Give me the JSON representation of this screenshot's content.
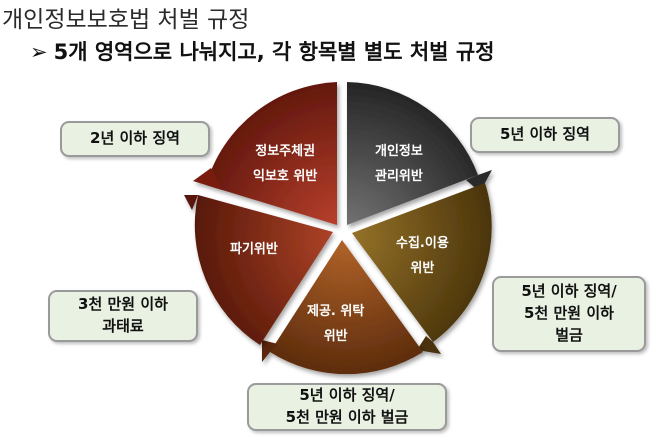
{
  "title": "개인정보보호법 처벌 규정",
  "subtitle": {
    "bullet": "➢",
    "text": "5개 영역으로 나눠지고, 각 항목별 별도 처벌 규정"
  },
  "segments": [
    {
      "line1": "정보주체권",
      "line2": "익보호 위반",
      "color_light": "#b23a2a",
      "color_dark": "#5a140a"
    },
    {
      "line1": "개인정보",
      "line2": "관리위반",
      "color_light": "#6a6a6a",
      "color_dark": "#1c1c1c"
    },
    {
      "line1": "수집.이용",
      "line2": "위반",
      "color_light": "#8c6a1f",
      "color_dark": "#3e2a05"
    },
    {
      "line1": "제공. 위탁",
      "line2": "위반",
      "color_light": "#a5591e",
      "color_dark": "#4a2006"
    },
    {
      "line1": "파기위반",
      "line2": "",
      "color_light": "#a83d1e",
      "color_dark": "#4d1405"
    }
  ],
  "boxes": [
    {
      "line1": "2년 이하 징역",
      "line2": ""
    },
    {
      "line1": "5년 이하 징역",
      "line2": ""
    },
    {
      "line1": "5년 이하 징역/",
      "line2": "5천 만원 이하",
      "line3": "벌금"
    },
    {
      "line1": "3천 만원 이하",
      "line2": "과태료"
    },
    {
      "line1": "5년 이하 징역/",
      "line2": "5천 만원 이하 벌금"
    }
  ]
}
